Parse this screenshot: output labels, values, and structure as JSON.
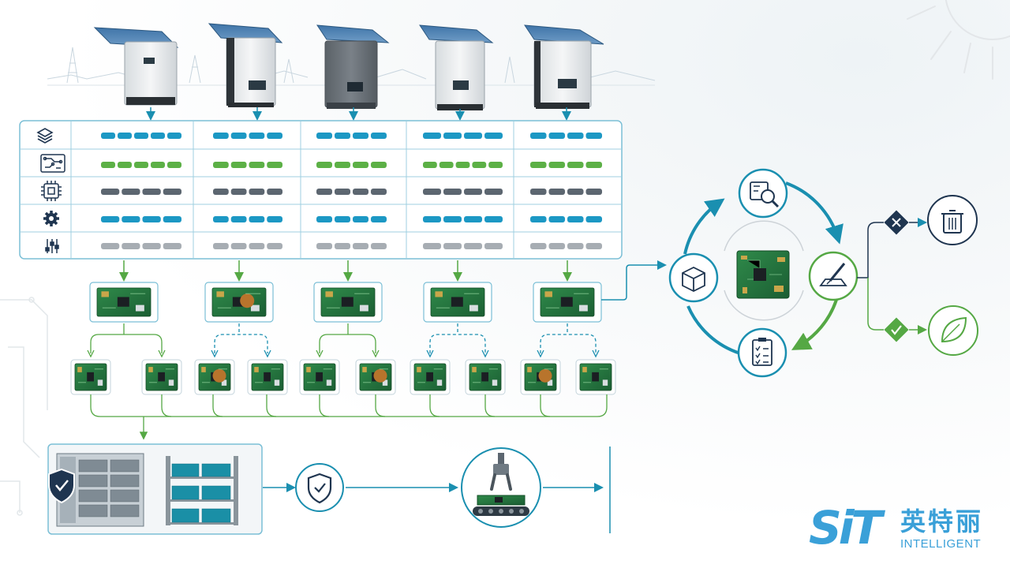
{
  "logo": {
    "mark": "SiT",
    "cn": "英特丽",
    "en": "INTELLIGENT"
  },
  "colors": {
    "teal": "#1a8fb0",
    "green": "#55a844",
    "gray": "#5c6670",
    "light_gray": "#a7adb3",
    "navy": "#1f3550",
    "pcb": "#1e6b3a",
    "reject": "#1f3550",
    "accept": "#55a844"
  },
  "inverters": {
    "count": 5,
    "icons": [
      "solar-inverter-icon",
      "solar-inverter-icon",
      "solar-inverter-icon",
      "solar-inverter-icon",
      "solar-inverter-icon"
    ]
  },
  "spec_table": {
    "row_icons": [
      "layers-icon",
      "circuit-board-icon",
      "chip-icon",
      "gear-icon",
      "sliders-icon"
    ],
    "row_colors": [
      "#1c98c4",
      "#5cb046",
      "#5c6670",
      "#1c98c4",
      "#a7adb3"
    ]
  },
  "boards": {
    "main_count": 5,
    "sub_count": 10,
    "sub_link_styles": [
      "solid",
      "dashed",
      "solid",
      "dashed",
      "dashed"
    ]
  },
  "cycle": {
    "nodes": [
      "inspect-icon",
      "repair-icon",
      "checklist-icon",
      "package-icon"
    ],
    "center": "pcb-board-icon"
  },
  "decisions": {
    "reject": {
      "mark": "x-icon",
      "result": "trash-icon"
    },
    "accept": {
      "mark": "check-icon",
      "result": "leaf-icon"
    }
  },
  "storage": {
    "icons": [
      "shield-check-icon",
      "filing-cabinet-icon",
      "storage-rack-icon"
    ]
  },
  "process": {
    "icons": [
      "shield-check-icon",
      "robotic-arm-conveyor-icon"
    ]
  }
}
